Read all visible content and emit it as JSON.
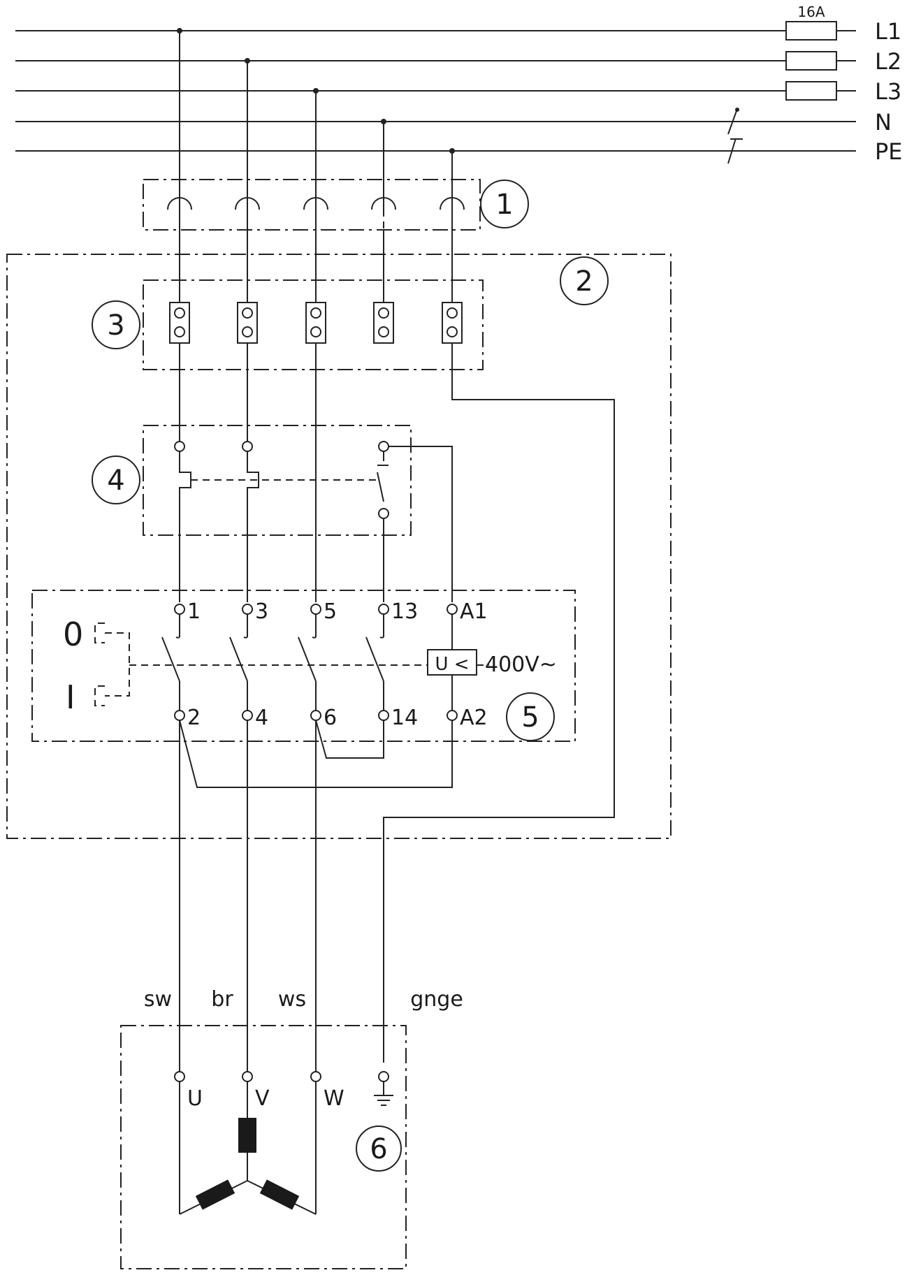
{
  "supply": {
    "fuse_rating": "16A",
    "lines": [
      "L1",
      "L2",
      "L3",
      "N",
      "PE"
    ]
  },
  "callouts": [
    "1",
    "2",
    "3",
    "4",
    "5",
    "6"
  ],
  "switch": {
    "off_label": "0",
    "on_label": "I",
    "top_terminals": [
      "1",
      "3",
      "5",
      "13",
      "A1"
    ],
    "bottom_terminals": [
      "2",
      "4",
      "6",
      "14",
      "A2"
    ],
    "undervoltage_label": "U <",
    "voltage": "400V~"
  },
  "motor": {
    "wire_colors": [
      "sw",
      "br",
      "ws",
      "gnge"
    ],
    "terminals": [
      "U",
      "V",
      "W"
    ]
  }
}
